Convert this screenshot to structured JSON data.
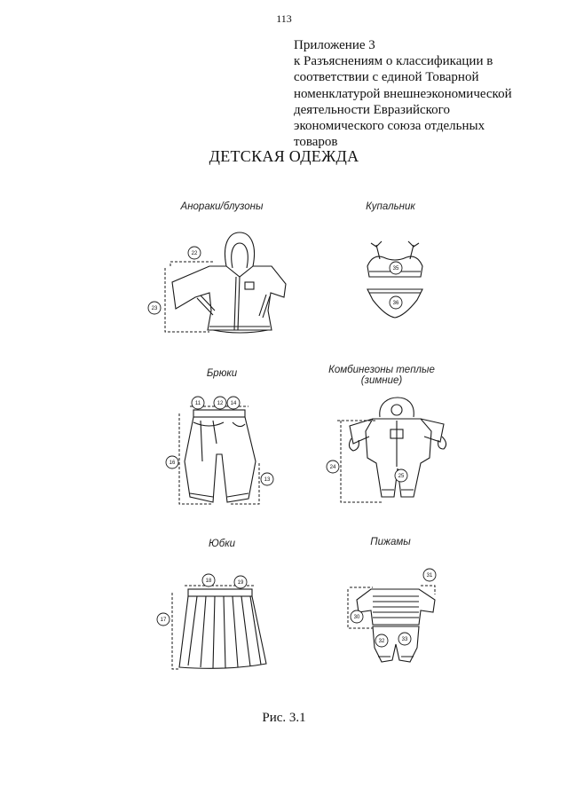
{
  "page_number": "113",
  "appendix": {
    "lines": [
      "Приложение 3",
      "к Разъяснениям о классификации в",
      "соответствии с  единой Товарной",
      "номенклатурой внешнеэкономической",
      "деятельности Евразийского",
      "экономического союза отдельных",
      "товаров"
    ]
  },
  "title": "ДЕТСКАЯ ОДЕЖДА",
  "items": {
    "anoraks": {
      "caption": "Анораки/блузоны",
      "markers": [
        "22",
        "23"
      ]
    },
    "swimsuit": {
      "caption": "Купальник",
      "markers": [
        "35",
        "36"
      ]
    },
    "trousers": {
      "caption": "Брюки",
      "markers": [
        "11",
        "12",
        "14",
        "16",
        "13"
      ]
    },
    "overalls": {
      "caption_line1": "Комбинезоны теплые",
      "caption_line2": "(зимние)",
      "markers": [
        "24",
        "25"
      ]
    },
    "skirts": {
      "caption": "Юбки",
      "markers": [
        "18",
        "19",
        "17"
      ]
    },
    "pajamas": {
      "caption": "Пижамы",
      "markers": [
        "31",
        "30",
        "32",
        "33"
      ]
    }
  },
  "figure_caption": "Рис. 3.1"
}
